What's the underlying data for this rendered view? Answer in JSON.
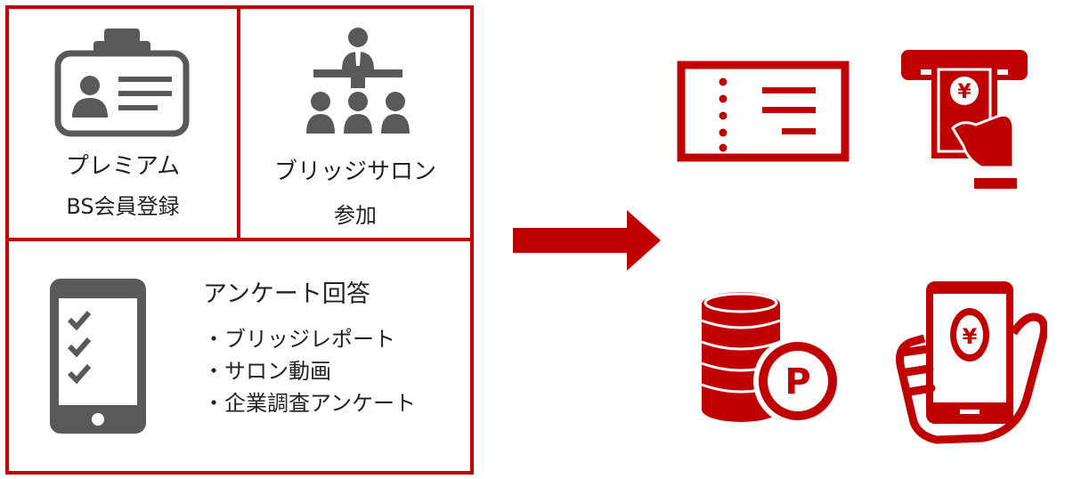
{
  "left_panel": {
    "membership": {
      "icon": "id-badge-icon",
      "line1": "プレミアム",
      "line2": "BS会員登録"
    },
    "salon": {
      "icon": "seminar-audience-icon",
      "line1": "ブリッジサロン",
      "line2": "参加"
    },
    "survey": {
      "icon": "tablet-checklist-icon",
      "title": "アンケート回答",
      "items": [
        "・ブリッジレポート",
        "・サロン動画",
        "・企業調査アンケート"
      ]
    }
  },
  "arrow": {
    "icon": "right-arrow-icon"
  },
  "rewards": {
    "ticket": {
      "icon": "ticket-icon"
    },
    "atm": {
      "icon": "atm-cash-withdrawal-icon",
      "glyph": "¥"
    },
    "points": {
      "icon": "coin-stack-points-icon",
      "glyph": "P"
    },
    "mobile_pay": {
      "icon": "smartphone-payment-icon",
      "glyph": "¥"
    }
  },
  "colors": {
    "accent": "#c00000",
    "icon_gray": "#595959"
  }
}
